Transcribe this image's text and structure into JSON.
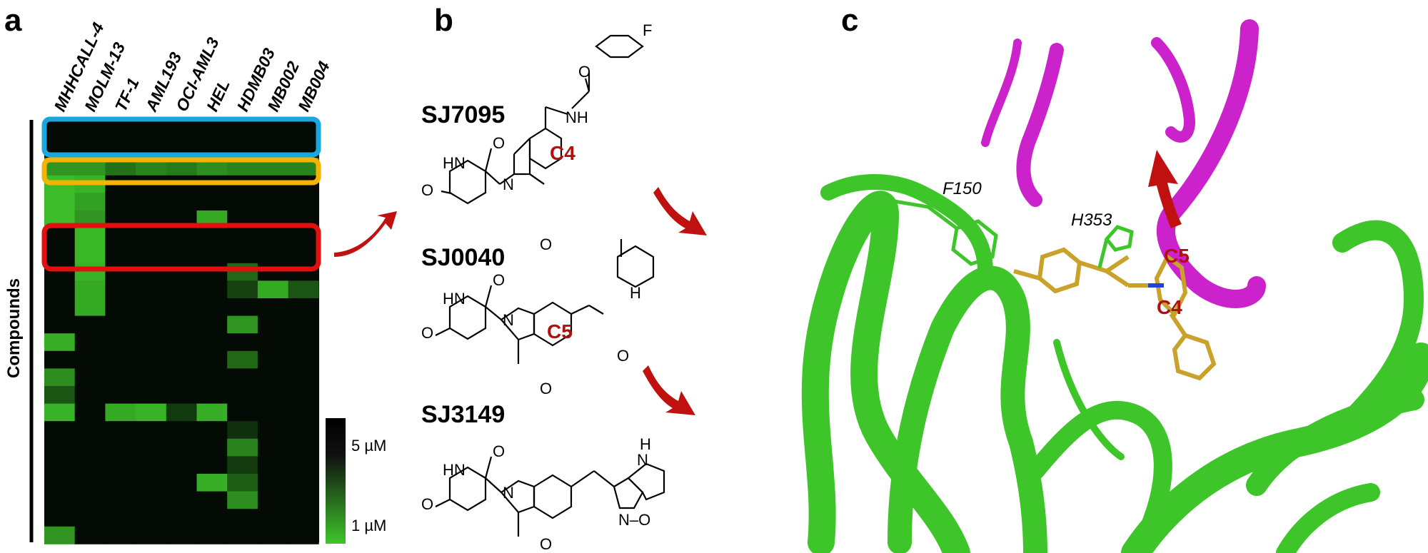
{
  "panels": {
    "a": {
      "letter": "a"
    },
    "b": {
      "letter": "b"
    },
    "c": {
      "letter": "c"
    }
  },
  "heatmap": {
    "y_label": "Compounds",
    "columns": [
      "MHHCALL-4",
      "MOLM-13",
      "TF-1",
      "AML193",
      "OCI-AML3",
      "HEL",
      "HDMB03",
      "MB002",
      "MB004"
    ],
    "colorbar": {
      "top_label": "5 µM",
      "bottom_label": "1 µM"
    },
    "highlight_colors": {
      "blue": "#1aa7e0",
      "orange": "#f5b300",
      "red": "#e01010"
    }
  },
  "chart_data": {
    "type": "heatmap",
    "x": [
      "MHHCALL-4",
      "MOLM-13",
      "TF-1",
      "AML193",
      "OCI-AML3",
      "HEL",
      "HDMB03",
      "MB002",
      "MB004"
    ],
    "value_range": [
      1,
      5
    ],
    "unit": "µM",
    "matrix": [
      [
        5,
        5,
        5,
        5,
        5,
        5,
        5,
        5,
        5
      ],
      [
        5,
        5,
        5,
        5,
        5,
        5,
        5,
        5,
        5
      ],
      [
        2,
        2,
        2.8,
        2.4,
        2.6,
        2.2,
        2.4,
        2.4,
        2.4
      ],
      [
        1.2,
        1.4,
        5,
        5,
        5,
        5,
        5,
        5,
        5
      ],
      [
        1.2,
        1.8,
        5,
        5,
        5,
        5,
        5,
        5,
        5
      ],
      [
        1.2,
        2,
        5,
        5,
        5,
        1.6,
        5,
        5,
        5
      ],
      [
        5,
        1.3,
        5,
        5,
        5,
        5,
        5,
        5,
        5
      ],
      [
        5,
        1.3,
        5,
        5,
        5,
        5,
        5,
        5,
        5
      ],
      [
        5,
        1.4,
        5,
        5,
        5,
        5,
        3,
        5,
        5
      ],
      [
        5,
        1.6,
        5,
        5,
        5,
        5,
        3.8,
        1.6,
        3.4
      ],
      [
        5,
        1.6,
        5,
        5,
        5,
        5,
        5,
        5,
        5
      ],
      [
        5,
        5,
        5,
        5,
        5,
        5,
        2,
        5,
        5
      ],
      [
        1.5,
        5,
        5,
        5,
        5,
        5,
        5,
        5,
        5
      ],
      [
        5,
        5,
        5,
        5,
        5,
        5,
        3,
        5,
        5
      ],
      [
        2.2,
        5,
        5,
        5,
        5,
        5,
        5,
        5,
        5
      ],
      [
        3.4,
        5,
        5,
        5,
        5,
        5,
        5,
        5,
        5
      ],
      [
        1.4,
        5,
        1.6,
        1.4,
        4,
        1.5,
        5,
        5,
        5
      ],
      [
        5,
        5,
        5,
        5,
        5,
        5,
        4.2,
        5,
        5
      ],
      [
        5,
        5,
        5,
        5,
        5,
        5,
        2.4,
        5,
        5
      ],
      [
        5,
        5,
        5,
        5,
        5,
        5,
        4,
        5,
        5
      ],
      [
        5,
        5,
        5,
        5,
        5,
        1.5,
        3.2,
        5,
        5
      ],
      [
        5,
        5,
        5,
        5,
        5,
        5,
        2.2,
        5,
        5
      ],
      [
        5,
        5,
        5,
        5,
        5,
        5,
        5,
        5,
        5
      ],
      [
        2,
        5,
        5,
        5,
        5,
        5,
        5,
        5,
        5
      ]
    ]
  },
  "compounds": [
    {
      "name": "SJ7095",
      "position": "C4",
      "fluoro": "F"
    },
    {
      "name": "SJ0040",
      "position": "C5"
    },
    {
      "name": "SJ3149"
    }
  ],
  "atoms": {
    "o": "O",
    "hn": "HN",
    "n": "N",
    "nh": "NH",
    "h": "H",
    "no": "N–O"
  },
  "structure": {
    "labels": [
      "F150",
      "H353"
    ],
    "positions": [
      "C5",
      "C4"
    ],
    "protein_color": "#3ec52a",
    "partner_color": "#cc22cc",
    "ligand_color": "#c8a22a"
  },
  "arrow_color": "#c01010",
  "label_color": "#b01010"
}
